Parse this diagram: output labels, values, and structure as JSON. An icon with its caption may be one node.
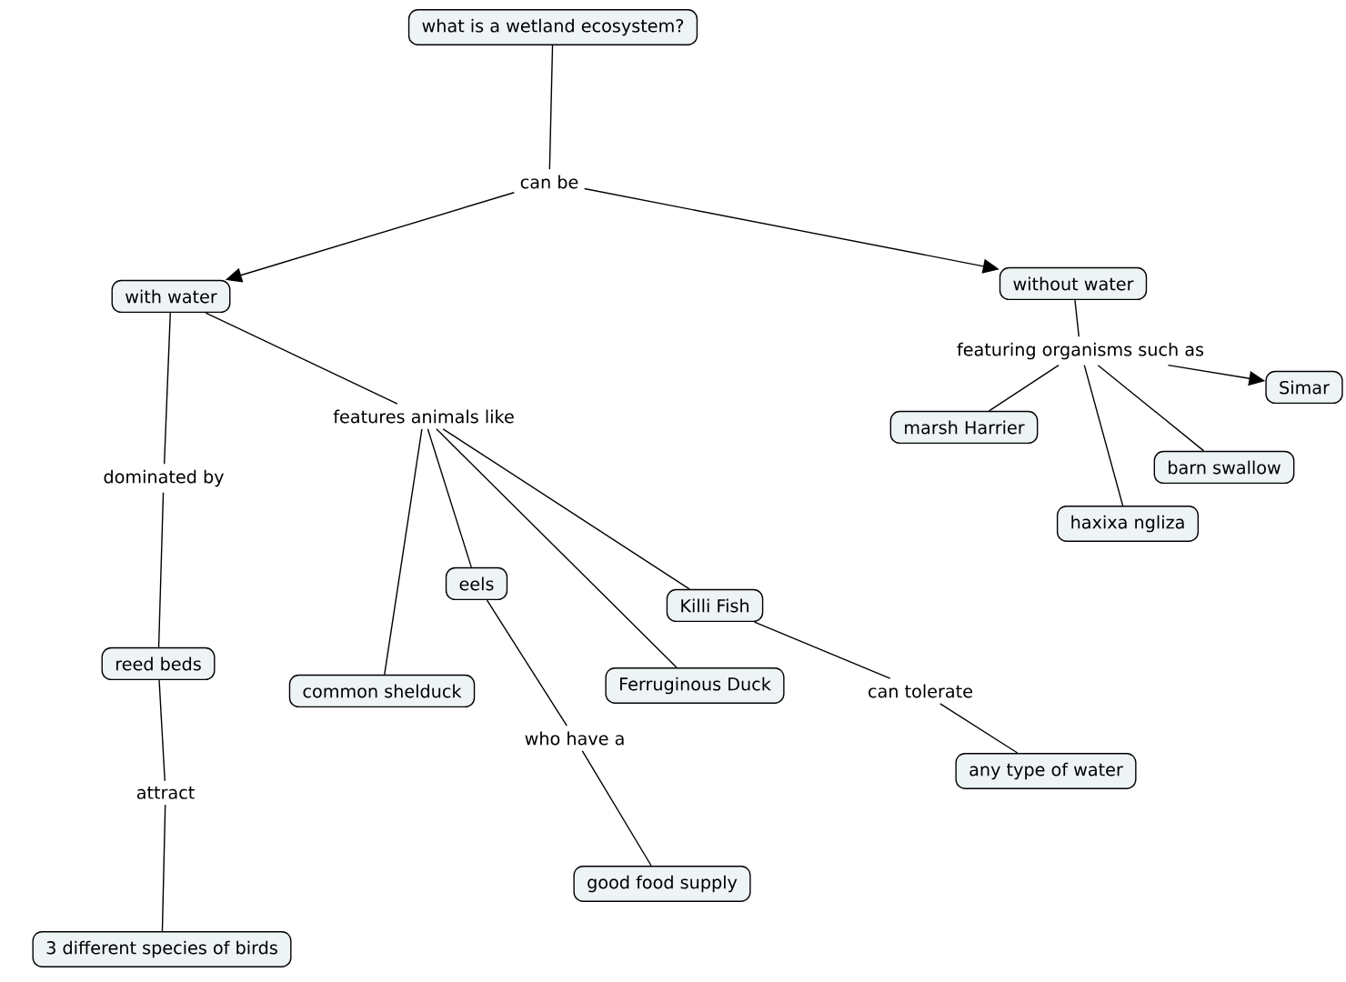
{
  "diagram": {
    "nodes": [
      {
        "text": [
          "what is a wetland ecosystem?"
        ]
      },
      {
        "text": [
          "can be"
        ]
      },
      {
        "text": [
          "with water"
        ]
      },
      {
        "text": [
          "without water"
        ]
      },
      {
        "text": [
          "dominated by"
        ]
      },
      {
        "text": [
          "reed beds"
        ]
      },
      {
        "text": [
          "attract"
        ]
      },
      {
        "text": [
          "3 different species of birds"
        ]
      },
      {
        "text": [
          "features animals like"
        ]
      },
      {
        "text": [
          "common shelduck"
        ]
      },
      {
        "text": [
          "eels"
        ]
      },
      {
        "text": [
          "Ferruginous Duck"
        ]
      },
      {
        "text": [
          "Killi Fish"
        ]
      },
      {
        "text": [
          "who have a"
        ]
      },
      {
        "text": [
          "good food supply"
        ]
      },
      {
        "text": [
          "can tolerate"
        ]
      },
      {
        "text": [
          "any type of water"
        ]
      },
      {
        "text": [
          "featuring organisms such as"
        ]
      },
      {
        "text": [
          "marsh Harrier"
        ]
      },
      {
        "text": [
          "Simar"
        ]
      },
      {
        "text": [
          "barn swallow"
        ]
      },
      {
        "text": [
          "haxixa ngliza"
        ]
      }
    ],
    "edges": [
      {
        "from": 0,
        "to": 1,
        "arrow": "none"
      },
      {
        "from": 1,
        "to": 2,
        "arrow": "to"
      },
      {
        "from": 1,
        "to": 3,
        "arrow": "to"
      },
      {
        "from": 2,
        "to": 4,
        "arrow": "none"
      },
      {
        "from": 4,
        "to": 5,
        "arrow": "none"
      },
      {
        "from": 5,
        "to": 6,
        "arrow": "none"
      },
      {
        "from": 6,
        "to": 7,
        "arrow": "none"
      },
      {
        "from": 2,
        "to": 8,
        "arrow": "none"
      },
      {
        "from": 8,
        "to": 9,
        "arrow": "none"
      },
      {
        "from": 8,
        "to": 10,
        "arrow": "none"
      },
      {
        "from": 8,
        "to": 11,
        "arrow": "none"
      },
      {
        "from": 8,
        "to": 12,
        "arrow": "none"
      },
      {
        "from": 10,
        "to": 13,
        "arrow": "none"
      },
      {
        "from": 13,
        "to": 14,
        "arrow": "none"
      },
      {
        "from": 12,
        "to": 15,
        "arrow": "none"
      },
      {
        "from": 15,
        "to": 16,
        "arrow": "none"
      },
      {
        "from": 3,
        "to": 17,
        "arrow": "none"
      },
      {
        "from": 17,
        "to": 18,
        "arrow": "none"
      },
      {
        "from": 17,
        "to": 19,
        "arrow": "to"
      },
      {
        "from": 17,
        "to": 20,
        "arrow": "none"
      },
      {
        "from": 17,
        "to": 21,
        "arrow": "none"
      }
    ]
  }
}
